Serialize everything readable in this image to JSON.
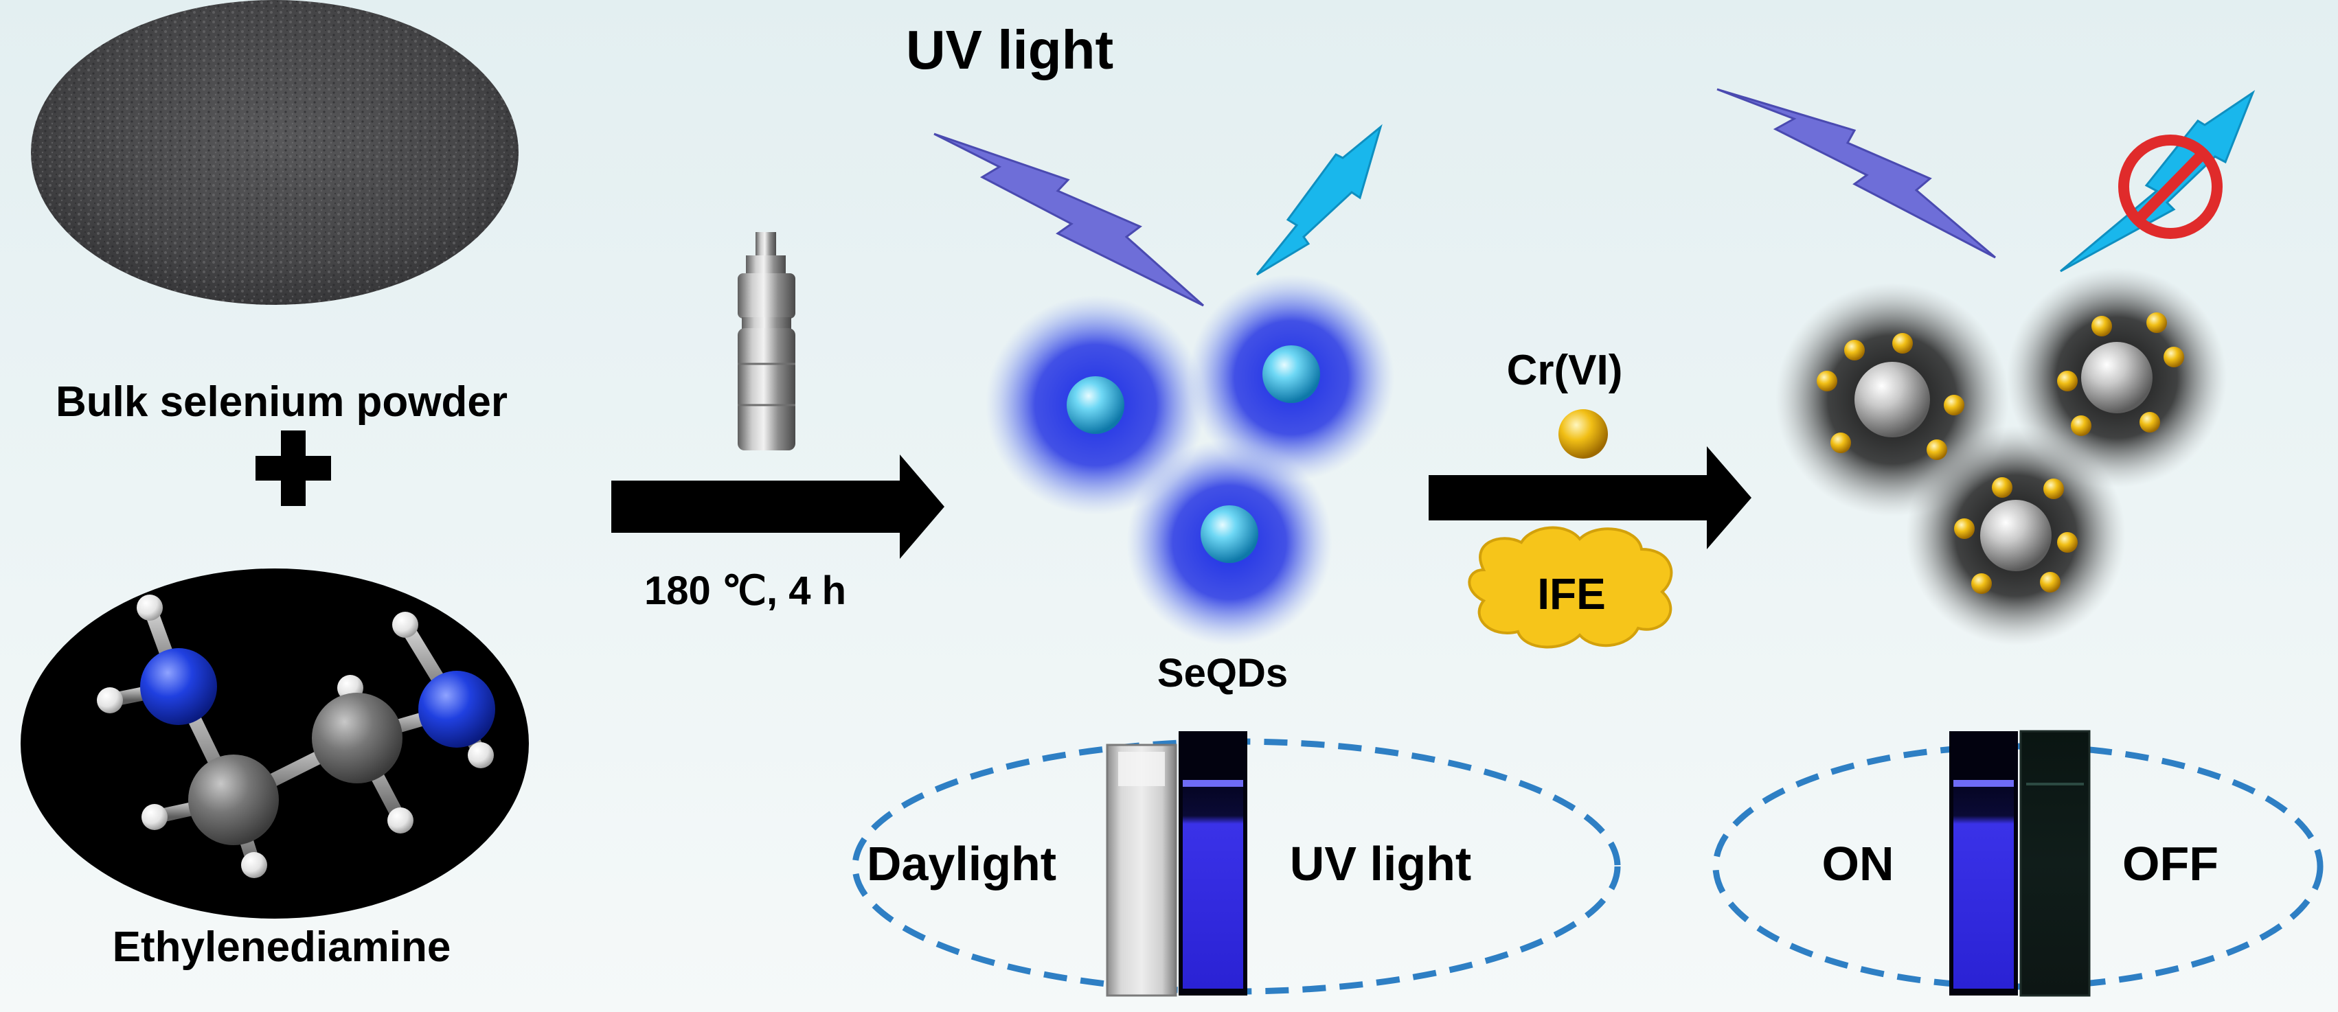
{
  "labels": {
    "uv_light_title": "UV light",
    "bulk_selenium": "Bulk selenium powder",
    "plus_sign": "+",
    "ethylenediamine": "Ethylenediamine",
    "reaction_condition": "180 ℃, 4 h",
    "seqds": "SeQDs",
    "cr_vi": "Cr(VI)",
    "ife": "IFE",
    "daylight": "Daylight",
    "uv_light_cuvette": "UV light",
    "on": "ON",
    "off": "OFF"
  },
  "colors": {
    "background_top": "#e3eff1",
    "background_bottom": "#f4f8f8",
    "lightning_purple": "#6e6ed8",
    "lightning_cyan": "#19b7ec",
    "glow_blue": "#1b2ee6",
    "dot_cyan": "#3fc6ee",
    "chromium_gold": "#e7b20b",
    "ife_cloud": "#f6c51a",
    "dashed_ellipse": "#2e7fc4",
    "prohibit_red": "#e02b2b",
    "nitrogen_blue": "#1f3fd6",
    "carbon_gray": "#6c6c6c"
  },
  "icons": [
    "lightning-bolt-icon",
    "no-entry-icon",
    "arrow-right-icon",
    "plus-icon",
    "autoclave-icon",
    "cuvette-icon",
    "cloud-icon"
  ]
}
